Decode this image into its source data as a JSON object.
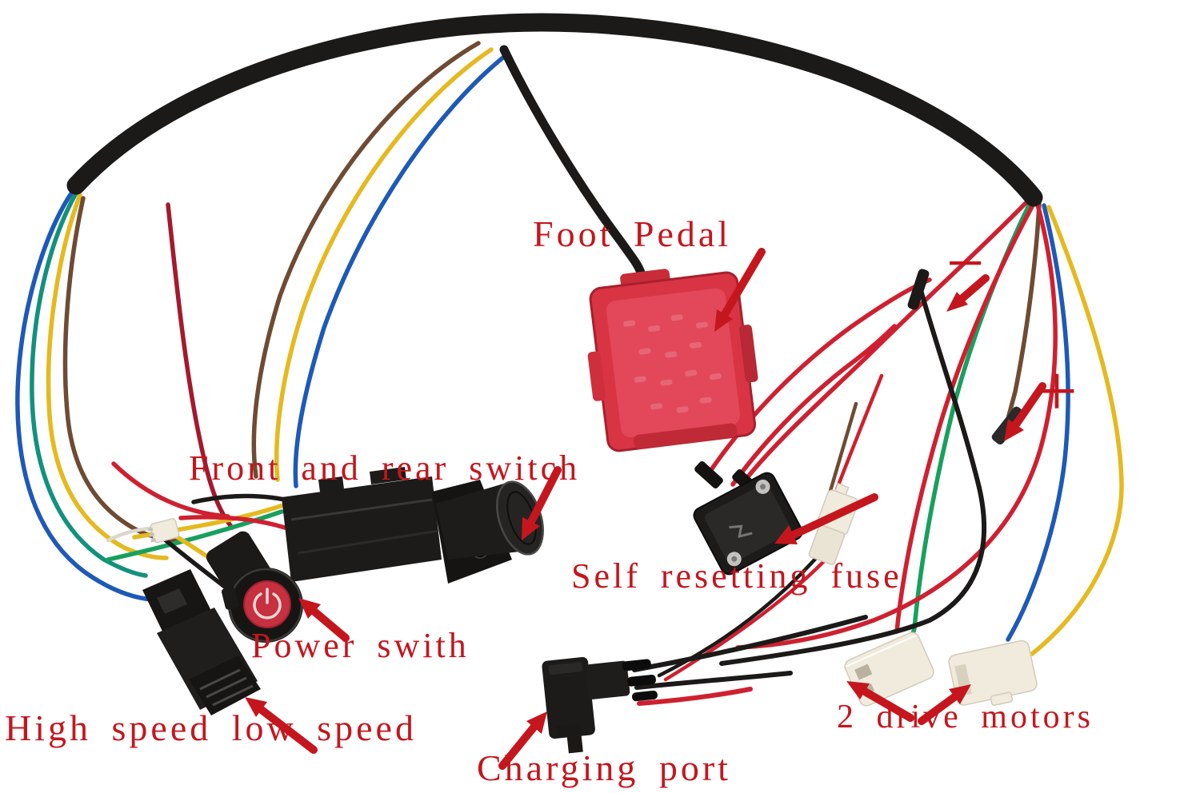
{
  "annotations": {
    "foot_pedal": "Foot Pedal",
    "front_rear_switch": "Front and rear switch",
    "power_switch": "Power swith",
    "self_resetting_fuse": "Self resetting fuse",
    "high_low_speed": "High speed low speed",
    "charging_port": "Charging port",
    "drive_motors": "2 drive motors",
    "plus": "+",
    "minus": "−"
  },
  "colors": {
    "annotation_red": "#c5161d",
    "wire_black": "#1b1a19",
    "wire_red": "#cf2030",
    "wire_crimson": "#a5192c",
    "wire_yellow": "#e5b91f",
    "wire_blue": "#1d59b8",
    "wire_green": "#18a05e",
    "wire_teal": "#12917d",
    "wire_brown": "#6f4b33",
    "pedal_red": "#d83444",
    "pedal_red_light": "#e2485a",
    "button_red": "#c6303f",
    "component_dark": "#1d1b1a",
    "component_mid": "#2b2928",
    "connector_cream": "#f1ebdd",
    "metal_silver": "#c4c2bf"
  }
}
